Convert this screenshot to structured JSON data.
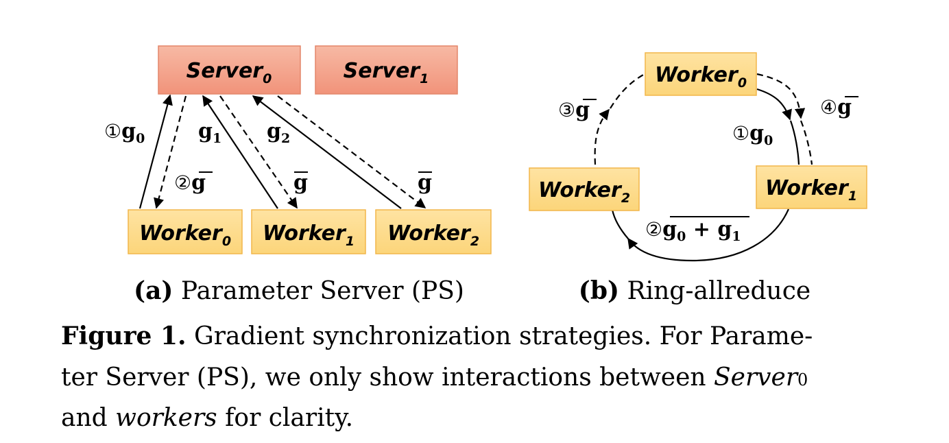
{
  "ps": {
    "server0": "Server",
    "server0_sub": "0",
    "server1": "Server",
    "server1_sub": "1",
    "worker0": "Worker",
    "worker0_sub": "0",
    "worker1": "Worker",
    "worker1_sub": "1",
    "worker2": "Worker",
    "worker2_sub": "2",
    "label_g0_circle": "①",
    "label_g0": "g",
    "label_g0_sub": "0",
    "label_g1": "g",
    "label_g1_sub": "1",
    "label_g2": "g",
    "label_g2_sub": "2",
    "label_gbar0_circle": "②",
    "label_gbar0": "g",
    "label_gbar1": "g",
    "label_gbar2": "g",
    "caption_letter": "(a)",
    "caption_text": " Parameter Server (PS)"
  },
  "ring": {
    "worker0": "Worker",
    "worker0_sub": "0",
    "worker1": "Worker",
    "worker1_sub": "1",
    "worker2": "Worker",
    "worker2_sub": "2",
    "step1_circle": "①",
    "step1": "g",
    "step1_sub": "0",
    "step2_circle": "②",
    "step2_a": "g",
    "step2_a_sub": "0",
    "step2_plus": " + ",
    "step2_b": "g",
    "step2_b_sub": "1",
    "step3_circle": "③",
    "step3": "g",
    "step4_circle": "④",
    "step4": "g",
    "caption_letter": "(b)",
    "caption_text": " Ring-allreduce"
  },
  "figure_caption": {
    "label": "Figure 1.",
    "line1": " Gradient synchronization strategies. For Parame-",
    "line2_a": "ter Server (PS), we only show interactions between ",
    "line2_italic": "Server",
    "line2_sub": "0",
    "line3_italic": "and ",
    "line3_workers": "workers",
    "line3_end": " for clarity."
  },
  "colors": {
    "server_fill": "#f4a08a",
    "server_stroke": "#e58a6c",
    "worker_fill": "#fdd986",
    "worker_stroke": "#f5b93b"
  }
}
